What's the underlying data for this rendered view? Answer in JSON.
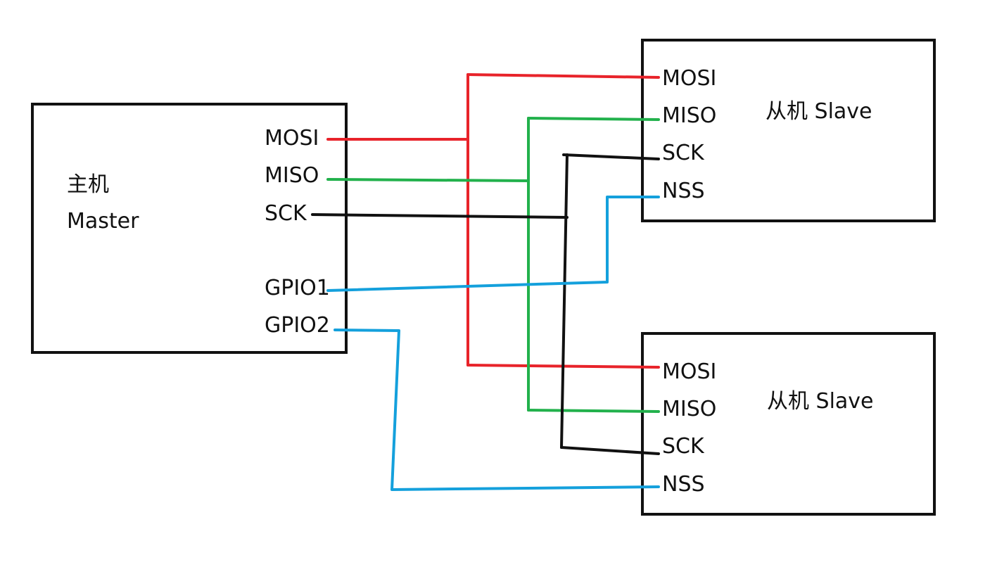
{
  "master": {
    "title_line1": "主机",
    "title_line2": "Master",
    "pins": [
      "MOSI",
      "MISO",
      "SCK",
      "GPIO1",
      "GPIO2"
    ]
  },
  "slave1": {
    "title": "从机 Slave",
    "pins": [
      "MOSI",
      "MISO",
      "SCK",
      "NSS"
    ]
  },
  "slave2": {
    "title": "从机 Slave",
    "pins": [
      "MOSI",
      "MISO",
      "SCK",
      "NSS"
    ]
  },
  "colors": {
    "mosi": "#e8232a",
    "miso": "#22b14c",
    "sck": "#111111",
    "nss": "#14a0dc",
    "box": "#111111"
  }
}
